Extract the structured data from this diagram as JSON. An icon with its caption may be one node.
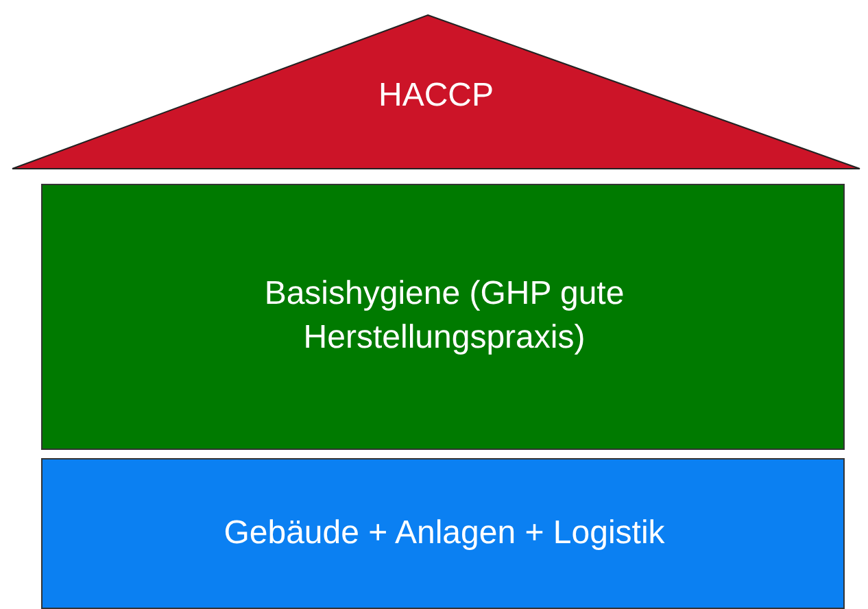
{
  "diagram": {
    "nodes": [
      {
        "text": [
          "HACCP"
        ]
      },
      {
        "text": [
          "Basishygiene (GHP gute Herstellungspraxis)"
        ]
      },
      {
        "text": [
          "Gebäude + Anlagen + Logistik"
        ]
      }
    ]
  }
}
